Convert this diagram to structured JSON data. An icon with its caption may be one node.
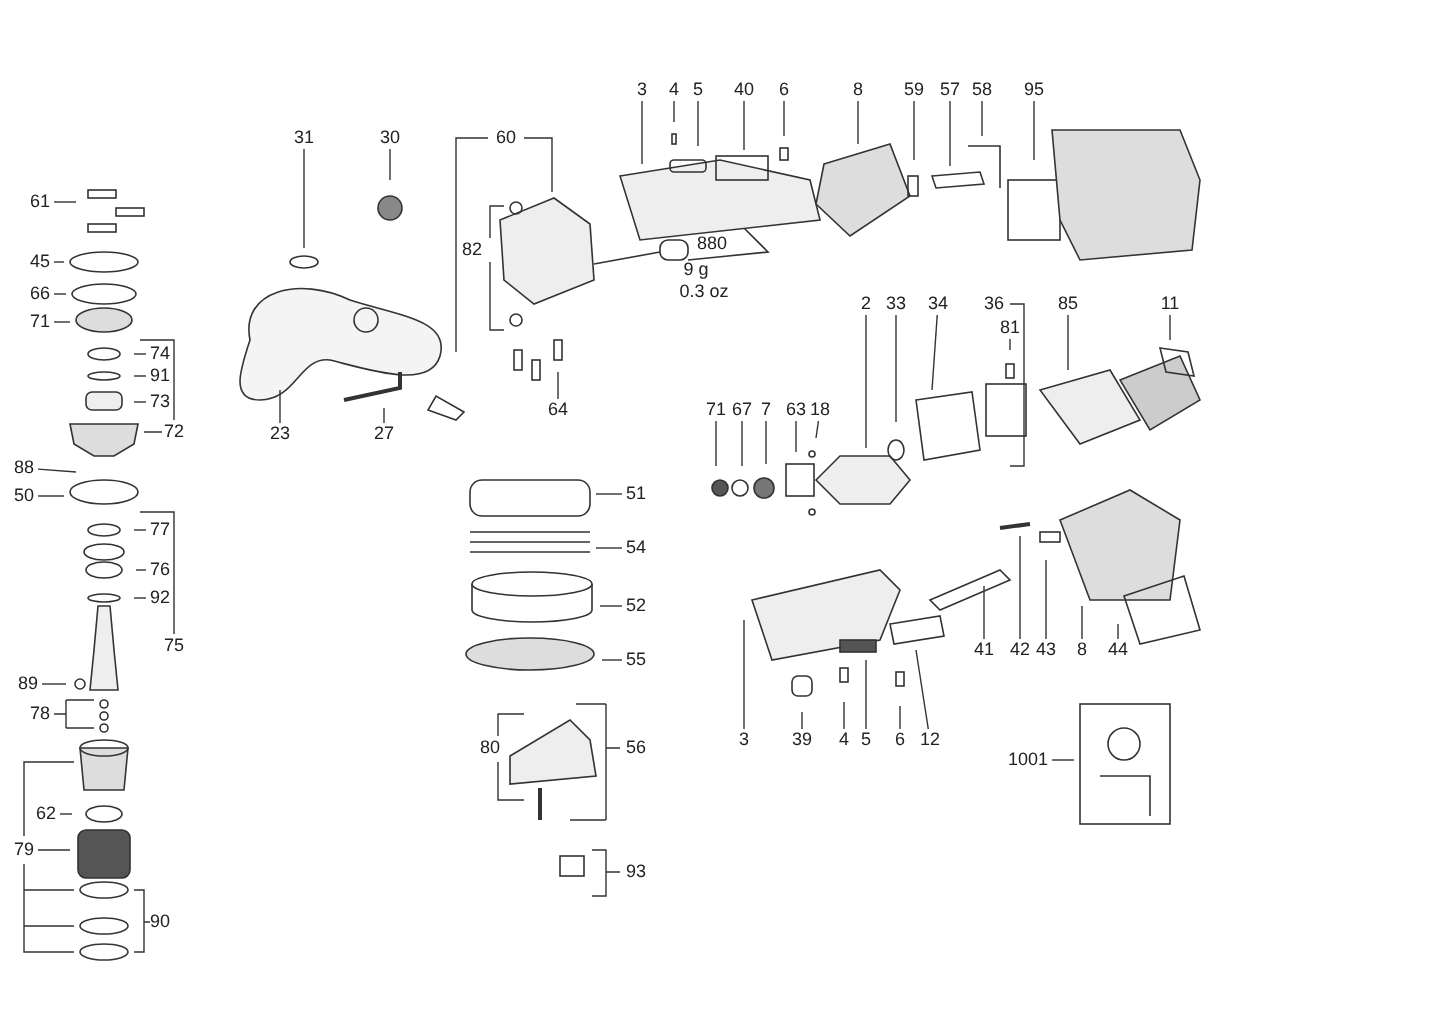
{
  "diagram": {
    "nodes": [
      {
        "text": [
          "61"
        ]
      },
      {
        "text": [
          "45"
        ]
      },
      {
        "text": [
          "66"
        ]
      },
      {
        "text": [
          "71"
        ]
      },
      {
        "text": [
          "31"
        ]
      },
      {
        "text": [
          "30"
        ]
      },
      {
        "text": [
          "60"
        ]
      },
      {
        "text": [
          "3"
        ]
      },
      {
        "text": [
          "4"
        ]
      },
      {
        "text": [
          "5"
        ]
      },
      {
        "text": [
          "40"
        ]
      },
      {
        "text": [
          "6"
        ]
      },
      {
        "text": [
          "8"
        ]
      },
      {
        "text": [
          "59"
        ]
      },
      {
        "text": [
          "57"
        ]
      },
      {
        "text": [
          "58"
        ]
      },
      {
        "text": [
          "95"
        ]
      },
      {
        "text": [
          "82"
        ]
      },
      {
        "text": [
          "74"
        ]
      },
      {
        "text": [
          "91"
        ]
      },
      {
        "text": [
          "73"
        ]
      },
      {
        "text": [
          "72"
        ]
      },
      {
        "text": [
          "2"
        ]
      },
      {
        "text": [
          "33"
        ]
      },
      {
        "text": [
          "34"
        ]
      },
      {
        "text": [
          "36"
        ]
      },
      {
        "text": [
          "81"
        ]
      },
      {
        "text": [
          "85"
        ]
      },
      {
        "text": [
          "11"
        ]
      },
      {
        "text": [
          "64"
        ]
      },
      {
        "text": [
          "71"
        ]
      },
      {
        "text": [
          "67"
        ]
      },
      {
        "text": [
          "7"
        ]
      },
      {
        "text": [
          "63"
        ]
      },
      {
        "text": [
          "18"
        ]
      },
      {
        "text": [
          "23"
        ]
      },
      {
        "text": [
          "27"
        ]
      },
      {
        "text": [
          "88"
        ]
      },
      {
        "text": [
          "51"
        ]
      },
      {
        "text": [
          "50"
        ]
      },
      {
        "text": [
          "77"
        ]
      },
      {
        "text": [
          "54"
        ]
      },
      {
        "text": [
          "76"
        ]
      },
      {
        "text": [
          "92"
        ]
      },
      {
        "text": [
          "52"
        ]
      },
      {
        "text": [
          "75"
        ]
      },
      {
        "text": [
          "41"
        ]
      },
      {
        "text": [
          "42"
        ]
      },
      {
        "text": [
          "43"
        ]
      },
      {
        "text": [
          "8"
        ]
      },
      {
        "text": [
          "44"
        ]
      },
      {
        "text": [
          "55"
        ]
      },
      {
        "text": [
          "89"
        ]
      },
      {
        "text": [
          "78"
        ]
      },
      {
        "text": [
          "3"
        ]
      },
      {
        "text": [
          "39"
        ]
      },
      {
        "text": [
          "4"
        ]
      },
      {
        "text": [
          "5"
        ]
      },
      {
        "text": [
          "6"
        ]
      },
      {
        "text": [
          "12"
        ]
      },
      {
        "text": [
          "80"
        ]
      },
      {
        "text": [
          "56"
        ]
      },
      {
        "text": [
          "1001"
        ]
      },
      {
        "text": [
          "62"
        ]
      },
      {
        "text": [
          "79"
        ]
      },
      {
        "text": [
          "93"
        ]
      },
      {
        "text": [
          "90"
        ]
      }
    ],
    "edges": [
      {
        "from": 0,
        "to": null,
        "arrow": "none"
      },
      {
        "from": 1,
        "to": null,
        "arrow": "none"
      },
      {
        "from": 2,
        "to": null,
        "arrow": "none"
      },
      {
        "from": 3,
        "to": null,
        "arrow": "none"
      },
      {
        "from": 4,
        "to": null,
        "arrow": "none"
      },
      {
        "from": 5,
        "to": null,
        "arrow": "none"
      },
      {
        "from": 7,
        "to": null,
        "arrow": "none"
      },
      {
        "from": 8,
        "to": null,
        "arrow": "none"
      },
      {
        "from": 9,
        "to": null,
        "arrow": "none"
      },
      {
        "from": 10,
        "to": null,
        "arrow": "none"
      },
      {
        "from": 11,
        "to": null,
        "arrow": "none"
      },
      {
        "from": 12,
        "to": null,
        "arrow": "none"
      },
      {
        "from": 13,
        "to": null,
        "arrow": "none"
      },
      {
        "from": 14,
        "to": null,
        "arrow": "none"
      },
      {
        "from": 15,
        "to": null,
        "arrow": "none"
      },
      {
        "from": 16,
        "to": null,
        "arrow": "none"
      },
      {
        "from": 18,
        "to": null,
        "arrow": "none"
      },
      {
        "from": 19,
        "to": null,
        "arrow": "none"
      },
      {
        "from": 20,
        "to": null,
        "arrow": "none"
      },
      {
        "from": 22,
        "to": null,
        "arrow": "none"
      },
      {
        "from": 23,
        "to": null,
        "arrow": "none"
      },
      {
        "from": 24,
        "to": null,
        "arrow": "none"
      },
      {
        "from": 26,
        "to": null,
        "arrow": "none"
      },
      {
        "from": 27,
        "to": null,
        "arrow": "none"
      },
      {
        "from": 28,
        "to": null,
        "arrow": "none"
      },
      {
        "from": 29,
        "to": null,
        "arrow": "none"
      },
      {
        "from": 30,
        "to": null,
        "arrow": "none"
      },
      {
        "from": 31,
        "to": null,
        "arrow": "none"
      },
      {
        "from": 32,
        "to": null,
        "arrow": "none"
      },
      {
        "from": 33,
        "to": null,
        "arrow": "none"
      },
      {
        "from": 34,
        "to": null,
        "arrow": "none"
      },
      {
        "from": 35,
        "to": null,
        "arrow": "none"
      },
      {
        "from": 36,
        "to": null,
        "arrow": "none"
      },
      {
        "from": 37,
        "to": null,
        "arrow": "none"
      },
      {
        "from": 38,
        "to": null,
        "arrow": "none"
      },
      {
        "from": 39,
        "to": null,
        "arrow": "none"
      },
      {
        "from": 40,
        "to": null,
        "arrow": "none"
      },
      {
        "from": 41,
        "to": null,
        "arrow": "none"
      },
      {
        "from": 42,
        "to": null,
        "arrow": "none"
      },
      {
        "from": 43,
        "to": null,
        "arrow": "none"
      },
      {
        "from": 44,
        "to": null,
        "arrow": "none"
      },
      {
        "from": 46,
        "to": null,
        "arrow": "none"
      },
      {
        "from": 47,
        "to": null,
        "arrow": "none"
      },
      {
        "from": 48,
        "to": null,
        "arrow": "none"
      },
      {
        "from": 49,
        "to": null,
        "arrow": "none"
      },
      {
        "from": 50,
        "to": null,
        "arrow": "none"
      },
      {
        "from": 51,
        "to": null,
        "arrow": "none"
      },
      {
        "from": 52,
        "to": null,
        "arrow": "none"
      },
      {
        "from": 54,
        "to": null,
        "arrow": "none"
      },
      {
        "from": 55,
        "to": null,
        "arrow": "none"
      },
      {
        "from": 56,
        "to": null,
        "arrow": "none"
      },
      {
        "from": 57,
        "to": null,
        "arrow": "none"
      },
      {
        "from": 58,
        "to": null,
        "arrow": "none"
      },
      {
        "from": 59,
        "to": null,
        "arrow": "none"
      },
      {
        "from": 62,
        "to": null,
        "arrow": "none"
      },
      {
        "from": 63,
        "to": null,
        "arrow": "none"
      }
    ],
    "labels": [
      "880",
      "9 g",
      "0.3 oz"
    ]
  }
}
